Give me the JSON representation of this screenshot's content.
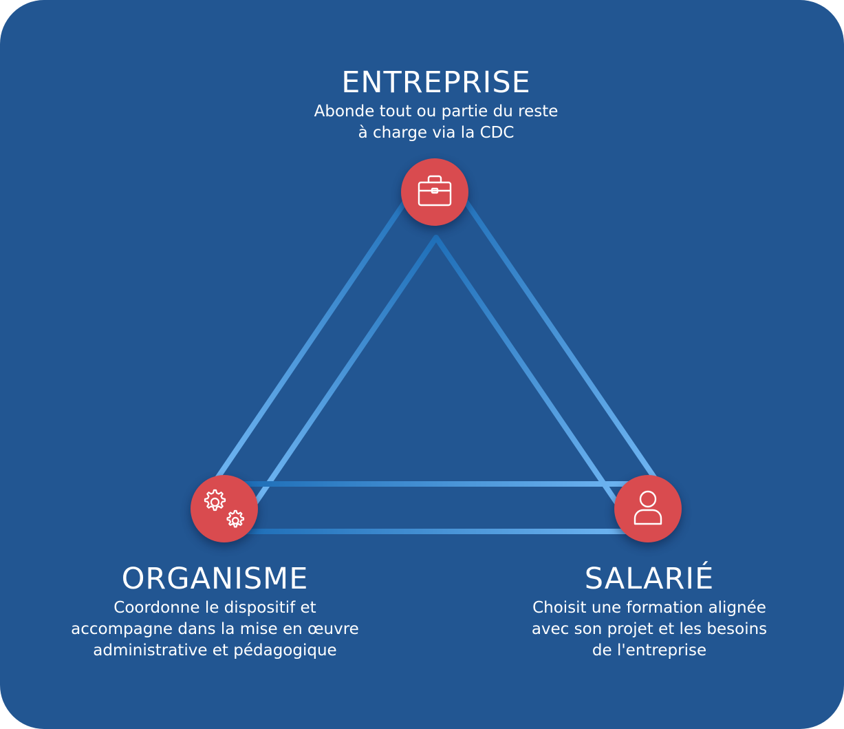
{
  "colors": {
    "background": "#225692",
    "node": "#d94b4f",
    "line_light": "#6cb3f2",
    "line_dark": "#1f6fb8",
    "text": "#ffffff"
  },
  "nodes": {
    "entreprise": {
      "icon": "briefcase-icon",
      "title": "ENTREPRISE",
      "desc": [
        "Abonde tout ou partie du reste",
        "à charge via la CDC"
      ]
    },
    "organisme": {
      "icon": "gears-icon",
      "title": "ORGANISME",
      "desc": [
        "Coordonne le dispositif et",
        "accompagne dans la mise en œuvre",
        "administrative et pédagogique"
      ]
    },
    "salarie": {
      "icon": "user-icon",
      "title": "SALARIÉ",
      "desc": [
        "Choisit une formation alignée",
        "avec son projet et les besoins",
        "de l'entreprise"
      ]
    }
  }
}
